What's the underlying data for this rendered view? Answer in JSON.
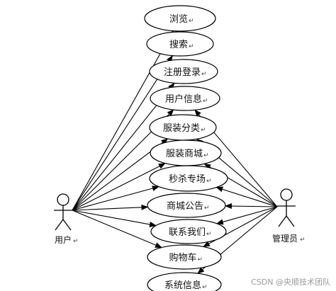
{
  "actors": {
    "user": {
      "label": "用户"
    },
    "admin": {
      "label": "管理员"
    }
  },
  "return_mark": "↵",
  "use_cases": [
    {
      "label": "浏览",
      "user": true,
      "admin": false
    },
    {
      "label": "搜索",
      "user": true,
      "admin": false
    },
    {
      "label": "注册登录",
      "user": true,
      "admin": false
    },
    {
      "label": "用户信息",
      "user": true,
      "admin": true
    },
    {
      "label": "服装分类",
      "user": true,
      "admin": true
    },
    {
      "label": "服装商城",
      "user": true,
      "admin": true
    },
    {
      "label": "秒杀专场",
      "user": true,
      "admin": true
    },
    {
      "label": "商城公告",
      "user": true,
      "admin": true
    },
    {
      "label": "联系我们",
      "user": true,
      "admin": true
    },
    {
      "label": "购物车",
      "user": true,
      "admin": true
    },
    {
      "label": "系统信息",
      "user": false,
      "admin": true
    }
  ],
  "watermark": "CSDN @央顺技术团队"
}
